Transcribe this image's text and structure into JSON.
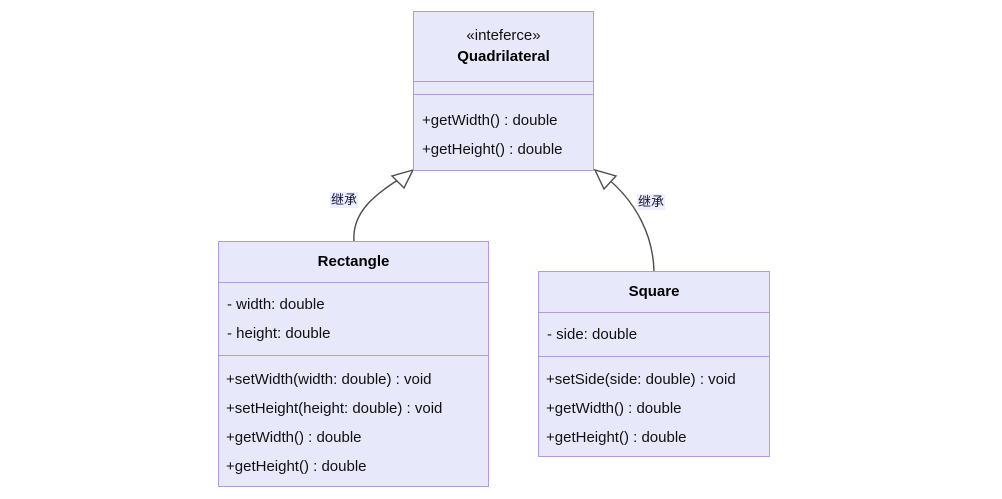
{
  "diagram": {
    "type": "uml-class-diagram",
    "background_color": "#ffffff",
    "box_fill_color": "#e8e8fb",
    "box_border_color": "#b39ae0",
    "edge_color": "#4d4d4d",
    "label_text_color": "#15153c"
  },
  "classes": {
    "quadrilateral": {
      "stereotype": "«inteferce»",
      "name": "Quadrilateral",
      "attributes": [],
      "methods": [
        "+getWidth() : double",
        "+getHeight() : double"
      ]
    },
    "rectangle": {
      "stereotype": "",
      "name": "Rectangle",
      "attributes": [
        "- width: double",
        "- height: double"
      ],
      "methods": [
        "+setWidth(width: double) : void",
        "+setHeight(height: double) : void",
        "+getWidth() : double",
        "+getHeight() : double"
      ]
    },
    "square": {
      "stereotype": "",
      "name": "Square",
      "attributes": [
        "- side: double"
      ],
      "methods": [
        "+setSide(side: double) : void",
        "+getWidth() : double",
        "+getHeight() : double"
      ]
    }
  },
  "edges": [
    {
      "id": "rectangle-to-quadrilateral",
      "from": "Rectangle",
      "to": "Quadrilateral",
      "label": "继承",
      "arrow": "hollow-triangle"
    },
    {
      "id": "square-to-quadrilateral",
      "from": "Square",
      "to": "Quadrilateral",
      "label": "继承",
      "arrow": "hollow-triangle"
    }
  ]
}
